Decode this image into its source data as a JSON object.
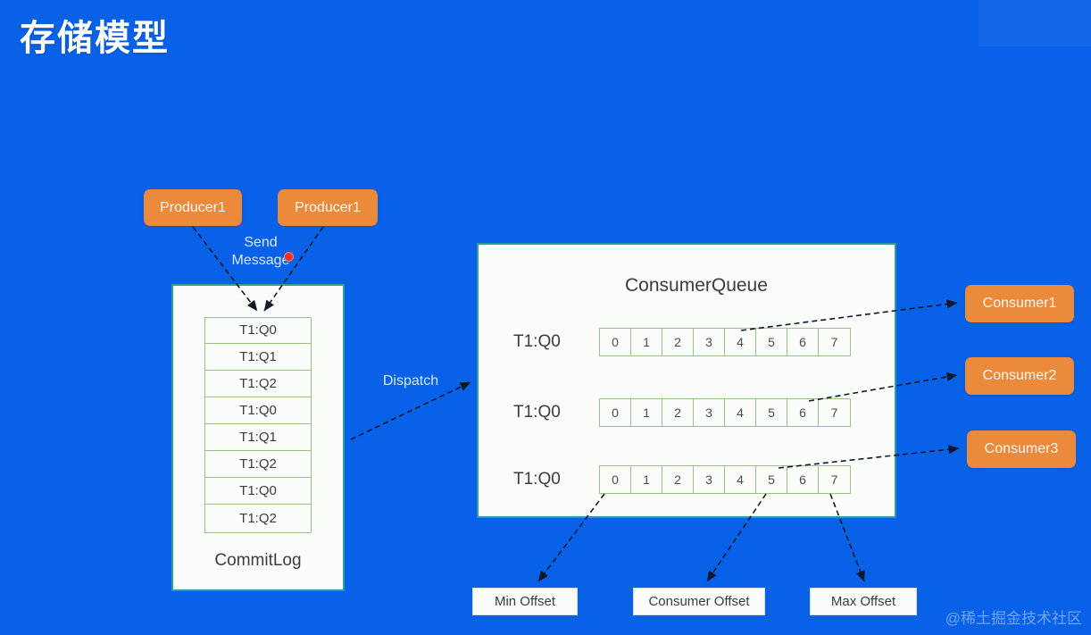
{
  "slide": {
    "title": "存储模型",
    "background_color": "#0861e6",
    "accent_orange": "#ec8a3c",
    "accent_green": "#9cc184",
    "panel_border": "#2f9c9c",
    "watermark": "@稀土掘金技术社区"
  },
  "producers": [
    {
      "label": "Producer1"
    },
    {
      "label": "Producer1"
    }
  ],
  "labels": {
    "send_message_line1": "Send",
    "send_message_line2": "Message",
    "dispatch": "Dispatch"
  },
  "commitlog": {
    "caption": "CommitLog",
    "entries": [
      "T1:Q0",
      "T1:Q1",
      "T1:Q2",
      "T1:Q0",
      "T1:Q1",
      "T1:Q2",
      "T1:Q0",
      "T1:Q2"
    ]
  },
  "consumer_queue": {
    "title": "ConsumerQueue",
    "rows": [
      {
        "label": "T1:Q0",
        "cells": [
          "0",
          "1",
          "2",
          "3",
          "4",
          "5",
          "6",
          "7"
        ]
      },
      {
        "label": "T1:Q0",
        "cells": [
          "0",
          "1",
          "2",
          "3",
          "4",
          "5",
          "6",
          "7"
        ]
      },
      {
        "label": "T1:Q0",
        "cells": [
          "0",
          "1",
          "2",
          "3",
          "4",
          "5",
          "6",
          "7"
        ]
      }
    ]
  },
  "consumers": [
    {
      "label": "Consumer1"
    },
    {
      "label": "Consumer2"
    },
    {
      "label": "Consumer3"
    }
  ],
  "offsets": [
    {
      "label": "Min Offset"
    },
    {
      "label": "Consumer Offset"
    },
    {
      "label": "Max Offset"
    }
  ]
}
